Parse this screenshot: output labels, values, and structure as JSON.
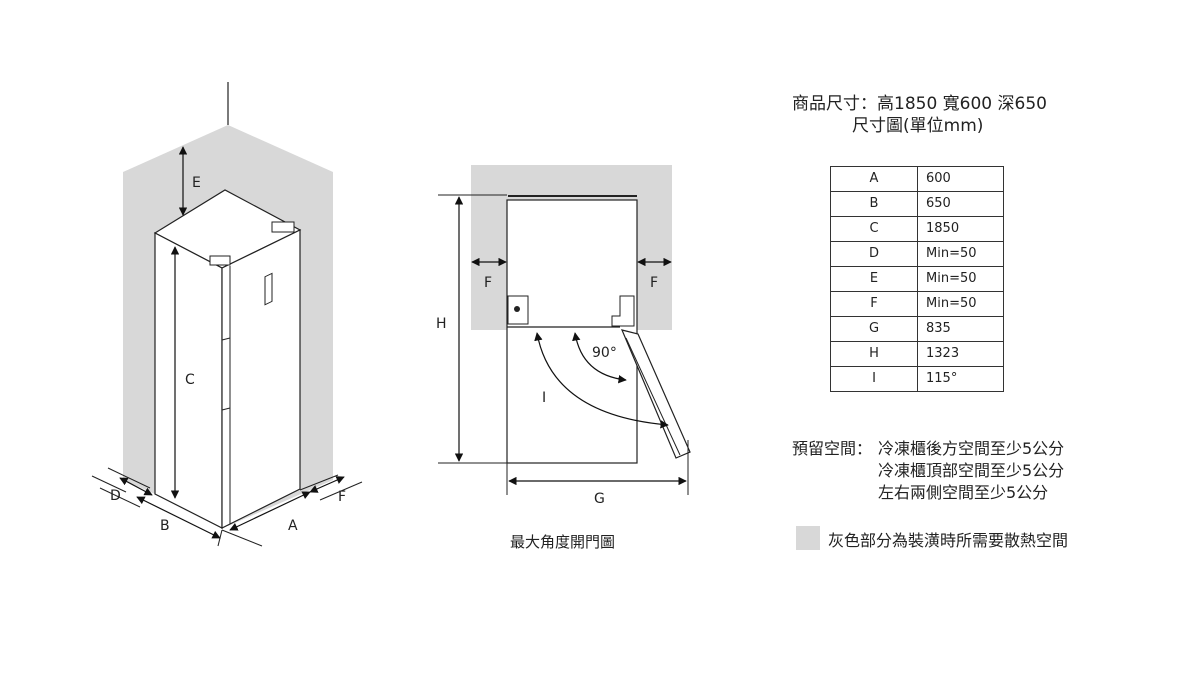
{
  "product": {
    "size_line": "商品尺寸：高1850 寬600 深650",
    "unit_line": "尺寸圖(單位mm)"
  },
  "dimensions": [
    {
      "key": "A",
      "value": "600"
    },
    {
      "key": "B",
      "value": "650"
    },
    {
      "key": "C",
      "value": "1850"
    },
    {
      "key": "D",
      "value": "Min=50"
    },
    {
      "key": "E",
      "value": "Min=50"
    },
    {
      "key": "F",
      "value": "Min=50"
    },
    {
      "key": "G",
      "value": "835"
    },
    {
      "key": "H",
      "value": "1323"
    },
    {
      "key": "I",
      "value": "115°"
    }
  ],
  "clearance": {
    "label": "預留空間：",
    "lines": [
      "冷凍櫃後方空間至少5公分",
      "冷凍櫃頂部空間至少5公分",
      "左右兩側空間至少5公分"
    ]
  },
  "legend": {
    "text": "灰色部分為裝潢時所需要散熱空間",
    "swatch_color": "#d8d8d8"
  },
  "top_view": {
    "caption": "最大角度開門圖",
    "angle_label": "90°"
  },
  "labels": {
    "A": "A",
    "B": "B",
    "C": "C",
    "D": "D",
    "E": "E",
    "F": "F",
    "G": "G",
    "H": "H",
    "I": "I"
  }
}
